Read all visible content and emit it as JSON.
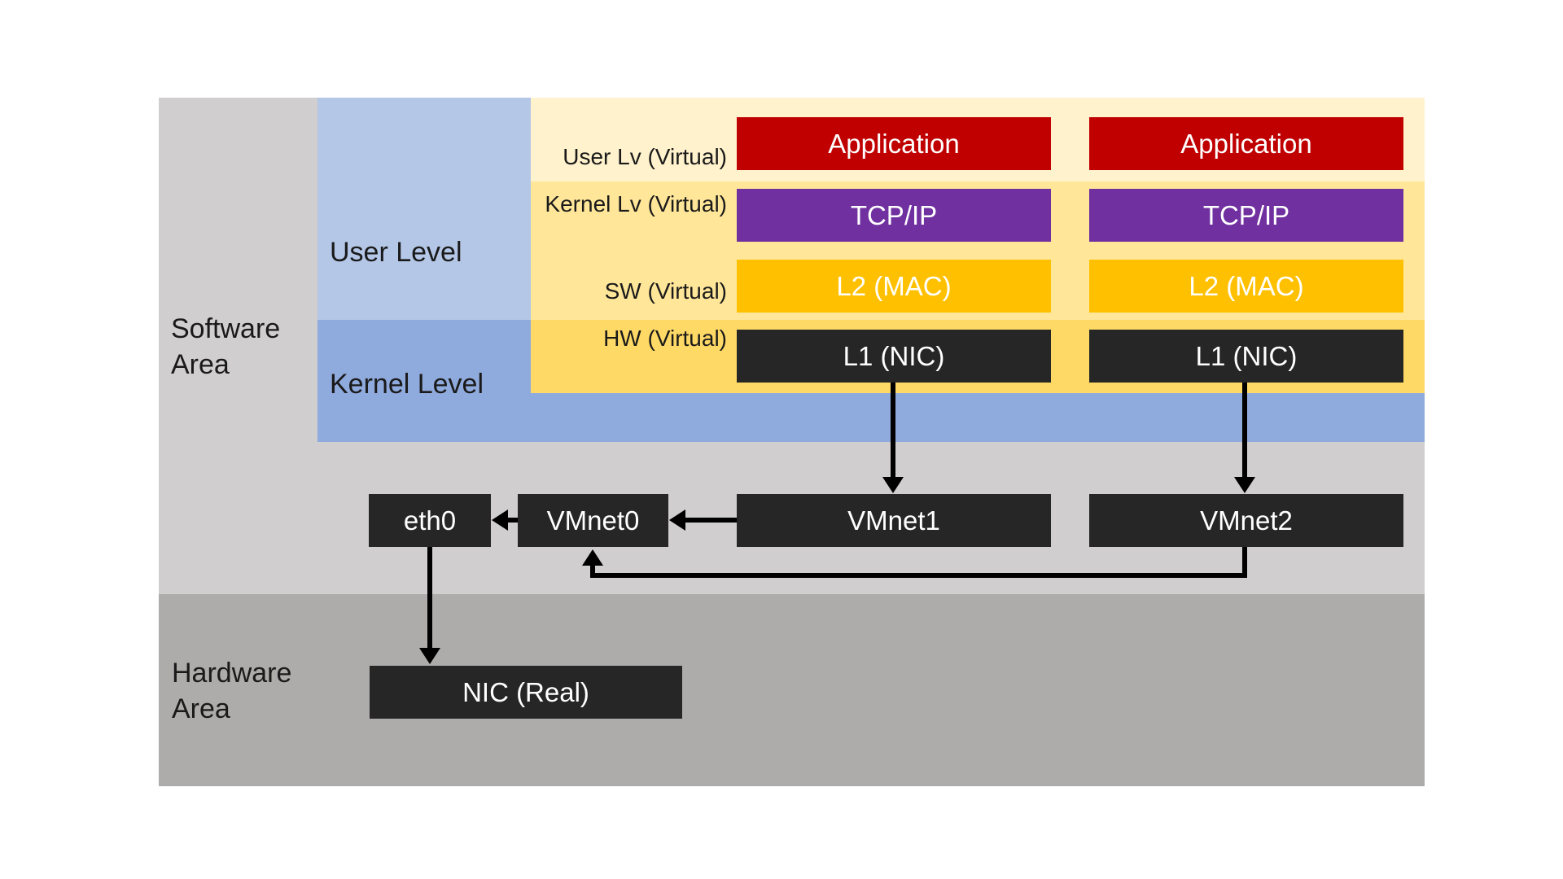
{
  "areas": {
    "software": {
      "line1": "Software",
      "line2": "Area"
    },
    "hardware": {
      "line1": "Hardware",
      "line2": "Area"
    },
    "user_level": {
      "label": "User Level"
    },
    "kernel_level": {
      "label": "Kernel Level"
    }
  },
  "bands": {
    "user_lv": {
      "label": "User Lv (Virtual)"
    },
    "kernel_lv": {
      "label": "Kernel Lv (Virtual)"
    },
    "sw": {
      "label": "SW (Virtual)"
    },
    "hw": {
      "label": "HW (Virtual)"
    }
  },
  "boxes": {
    "application_1": "Application",
    "application_2": "Application",
    "tcpip_1": "TCP/IP",
    "tcpip_2": "TCP/IP",
    "l2_1": "L2 (MAC)",
    "l2_2": "L2 (MAC)",
    "l1_1": "L1 (NIC)",
    "l1_2": "L1 (NIC)",
    "eth0": "eth0",
    "vmnet0": "VMnet0",
    "vmnet1": "VMnet1",
    "vmnet2": "VMnet2",
    "nic_real": "NIC (Real)"
  },
  "colors": {
    "software_area_bg": "#D0CECE",
    "hardware_area_bg": "#AEABAB",
    "user_level_bg": "#B4C7E7",
    "kernel_level_bg": "#8FAADC",
    "band_user_bg": "#FFF2CC",
    "band_kernel_sw_bg": "#FFE699",
    "band_hw_bg": "#FFD966",
    "application_bg": "#C00000",
    "tcpip_bg": "#7030A0",
    "l2_bg": "#FFC000",
    "dark_box_bg": "#262626",
    "arrow": "#000000",
    "box_text": "#FFFFFF",
    "label_text": "#1A1A1A"
  }
}
